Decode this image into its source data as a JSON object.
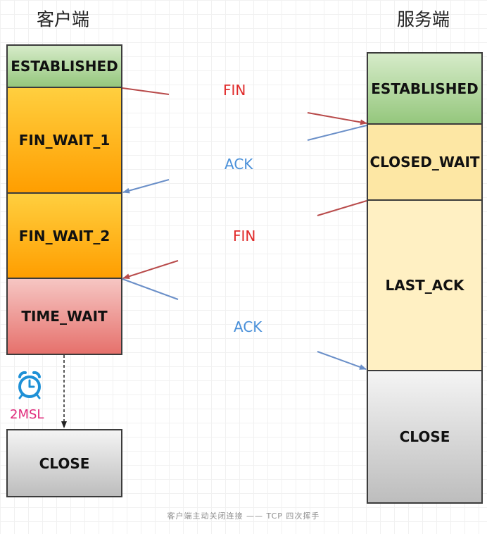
{
  "client": {
    "title": "客户端",
    "states": [
      "ESTABLISHED",
      "FIN_WAIT_1",
      "FIN_WAIT_2",
      "TIME_WAIT",
      "CLOSE"
    ]
  },
  "server": {
    "title": "服务端",
    "states": [
      "ESTABLISHED",
      "CLOSED_WAIT",
      "LAST_ACK",
      "CLOSE"
    ]
  },
  "messages": [
    "FIN",
    "ACK",
    "FIN",
    "ACK"
  ],
  "timer": {
    "icon": "alarm-clock-icon",
    "label": "2MSL"
  },
  "footer": "客户端主动关闭连接 —— TCP 四次挥手",
  "colors": {
    "fin_arrow": "#b84a4a",
    "ack_arrow": "#6a8fc8",
    "fin_text": "#e02a2a",
    "ack_text": "#4a90d9",
    "timer_text": "#e0287a",
    "clock": "#1e90d6"
  }
}
